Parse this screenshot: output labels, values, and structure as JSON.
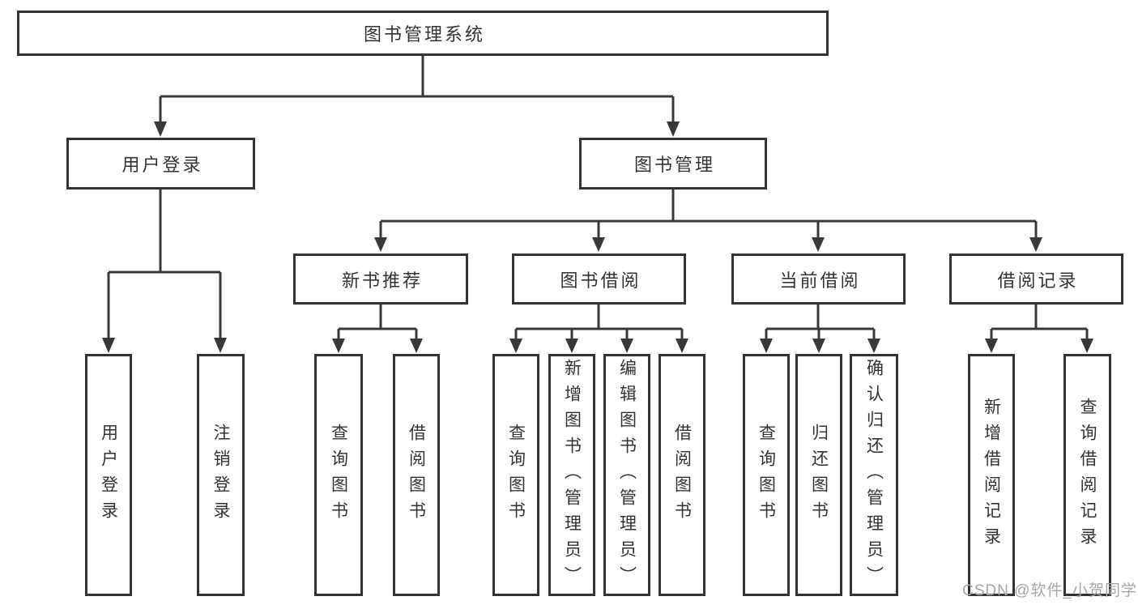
{
  "diagram": {
    "root": {
      "label": "图书管理系统",
      "children": [
        {
          "label": "用户登录",
          "children": [
            {
              "label": "用户登录"
            },
            {
              "label": "注销登录"
            }
          ]
        },
        {
          "label": "图书管理",
          "children": [
            {
              "label": "新书推荐",
              "children": [
                {
                  "label": "查询图书"
                },
                {
                  "label": "借阅图书"
                }
              ]
            },
            {
              "label": "图书借阅",
              "children": [
                {
                  "label": "查询图书"
                },
                {
                  "label": "新增图书（管理员）"
                },
                {
                  "label": "编辑图书（管理员）"
                },
                {
                  "label": "借阅图书"
                }
              ]
            },
            {
              "label": "当前借阅",
              "children": [
                {
                  "label": "查询图书"
                },
                {
                  "label": "归还图书"
                },
                {
                  "label": "确认归还（管理员）"
                }
              ]
            },
            {
              "label": "借阅记录",
              "children": [
                {
                  "label": "新增借阅记录"
                },
                {
                  "label": "查询借阅记录"
                }
              ]
            }
          ]
        }
      ]
    }
  },
  "watermark": {
    "text": "CSDN @软件_小贺同学"
  },
  "colors": {
    "line": "#383838",
    "box_border": "#333333",
    "text": "#333333",
    "watermark": "#a6a6a6",
    "background": "#ffffff"
  }
}
